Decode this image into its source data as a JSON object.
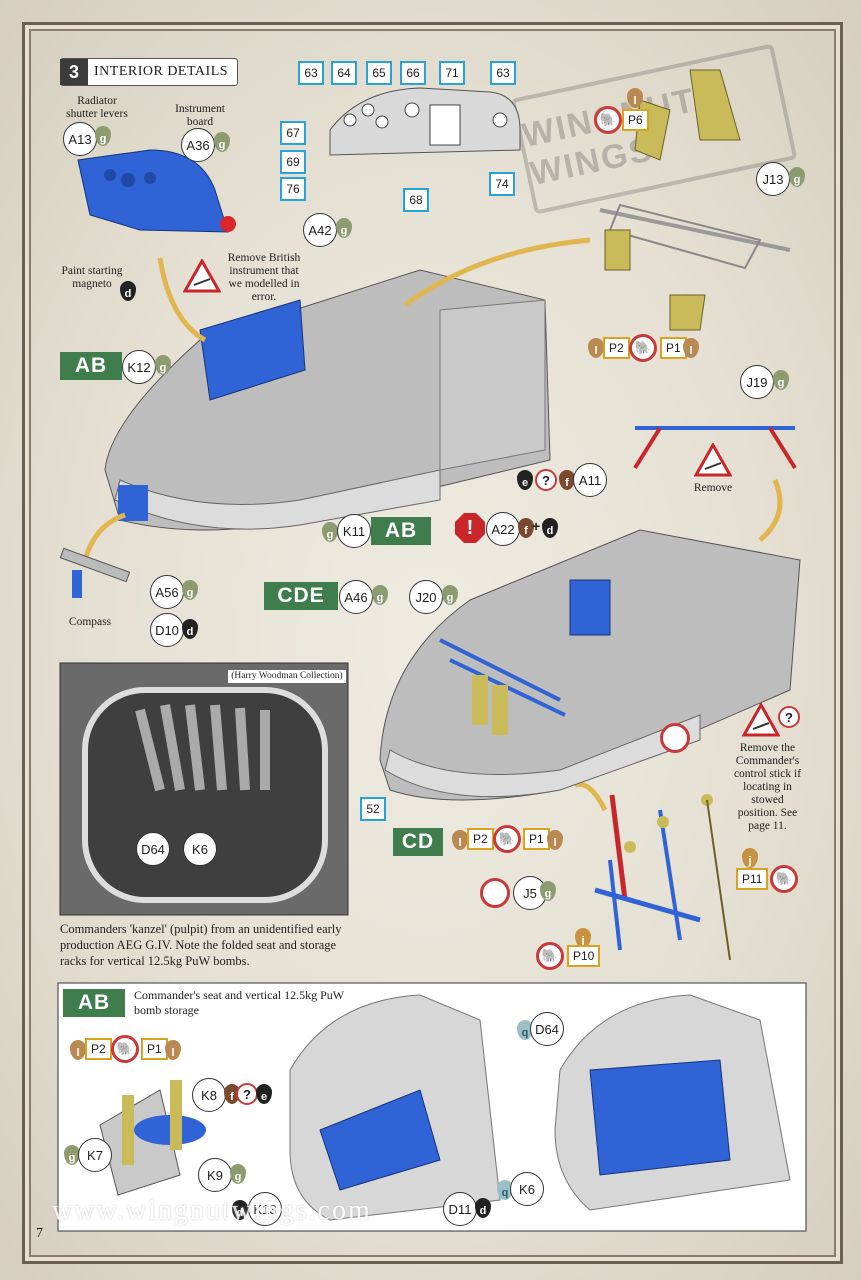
{
  "step": {
    "number": "3",
    "title": "INTERIOR DETAILS"
  },
  "page_number": "7",
  "website": "www.wingnutwings.com",
  "watermark": "WINGNUT WINGS",
  "labels": {
    "radiator": "Radiator shutter levers",
    "instrument_board": "Instrument board",
    "paint_magneto": "Paint starting magneto",
    "remove_british": "Remove British instrument that we modelled in error.",
    "compass": "Compass",
    "remove": "Remove",
    "remove_stick": "Remove the Commander's control stick if locating in stowed position. See page 11.",
    "photo_credit": "(Harry Woodman Collection)",
    "photo_caption": "Commanders 'kanzel' (pulpit) from an unidentified early production AEG G.IV. Note the folded seat and storage racks for vertical 12.5kg PuW bombs.",
    "bottom_heading": "Commander's seat and vertical 12.5kg PuW bomb storage"
  },
  "tags": {
    "ab": "AB",
    "cde": "CDE",
    "cd": "CD"
  },
  "parts": {
    "a13": "A13",
    "a36": "A36",
    "a42": "A42",
    "k12": "K12",
    "k11": "K11",
    "a56": "A56",
    "d10": "D10",
    "a46": "A46",
    "j20": "J20",
    "a22": "A22",
    "a11": "A11",
    "j13": "J13",
    "j19": "J19",
    "p6": "P6",
    "p2": "P2",
    "p1": "P1",
    "j5": "J5",
    "p11": "P11",
    "p10": "P10",
    "d64": "D64",
    "k6": "K6",
    "k7": "K7",
    "k8": "K8",
    "k9": "K9",
    "k13": "K13",
    "d11": "D11",
    "plus": "+"
  },
  "decals": {
    "d63a": "63",
    "d64": "64",
    "d65": "65",
    "d66": "66",
    "d71": "71",
    "d63b": "63",
    "d67": "67",
    "d69": "69",
    "d76": "76",
    "d68": "68",
    "d74": "74",
    "d52": "52"
  },
  "paints": {
    "g": "g",
    "d": "d",
    "l": "l",
    "e": "e",
    "f": "f",
    "j": "j",
    "q": "q",
    "question": "?"
  },
  "colors": {
    "blue_parts": "#2f63d6",
    "green_tag": "#3f7d4c",
    "red_mark": "#c83a3a",
    "decal_border": "#27a3d6",
    "pe_border": "#d8a31e"
  }
}
